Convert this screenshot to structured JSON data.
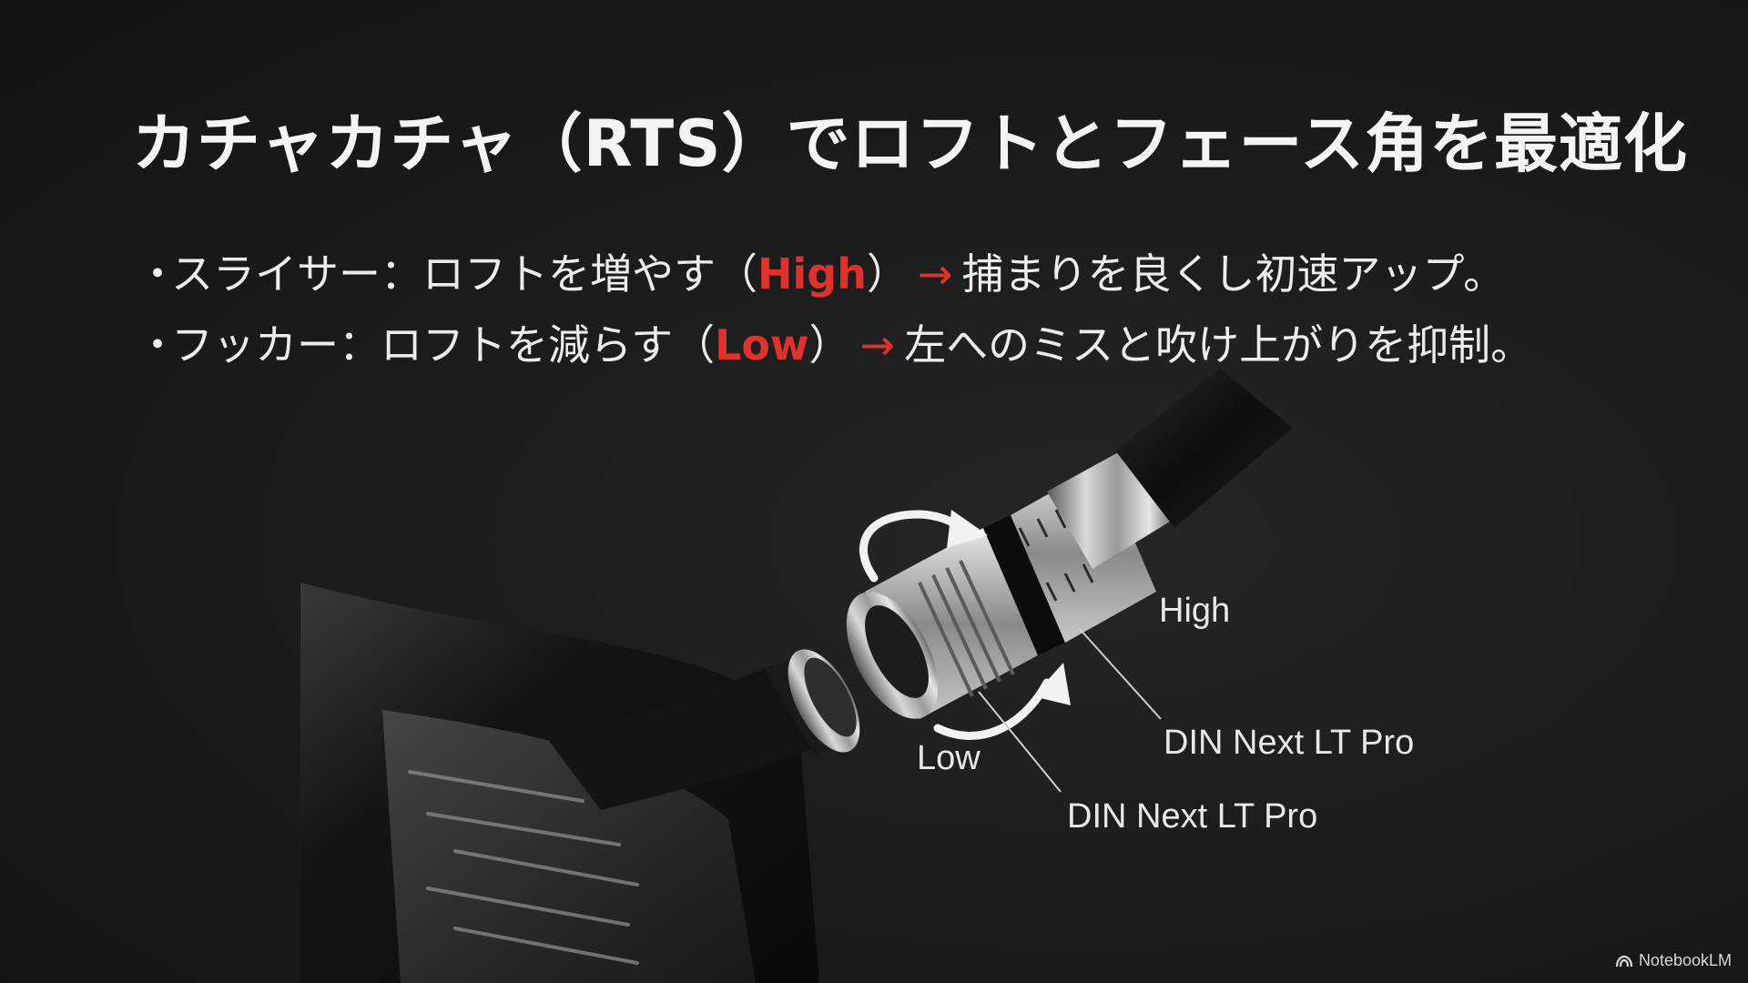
{
  "slide": {
    "title": "カチャカチャ（RTS）でロフトとフェース角を最適化",
    "bullets": [
      {
        "dot": "・",
        "prefix": "スライサー：ロフトを増やす（",
        "highlight": "High",
        "suffix": "）",
        "arrow": "→",
        "result": "捕まりを良くし初速アップ。"
      },
      {
        "dot": "・",
        "prefix": "フッカー：ロフトを減らす（",
        "highlight": "Low",
        "suffix": "）",
        "arrow": "→",
        "result": "左へのミスと吹け上がりを抑制。"
      }
    ],
    "labels": {
      "high": "High",
      "low": "Low",
      "font_name_1": "DIN Next LT Pro",
      "font_name_2": "DIN Next LT Pro"
    },
    "accent_color": "#e0322c",
    "background_color": "#1b1b1b"
  },
  "watermark": {
    "icon": "notebooklm-logo-icon",
    "text": "NotebookLM"
  }
}
